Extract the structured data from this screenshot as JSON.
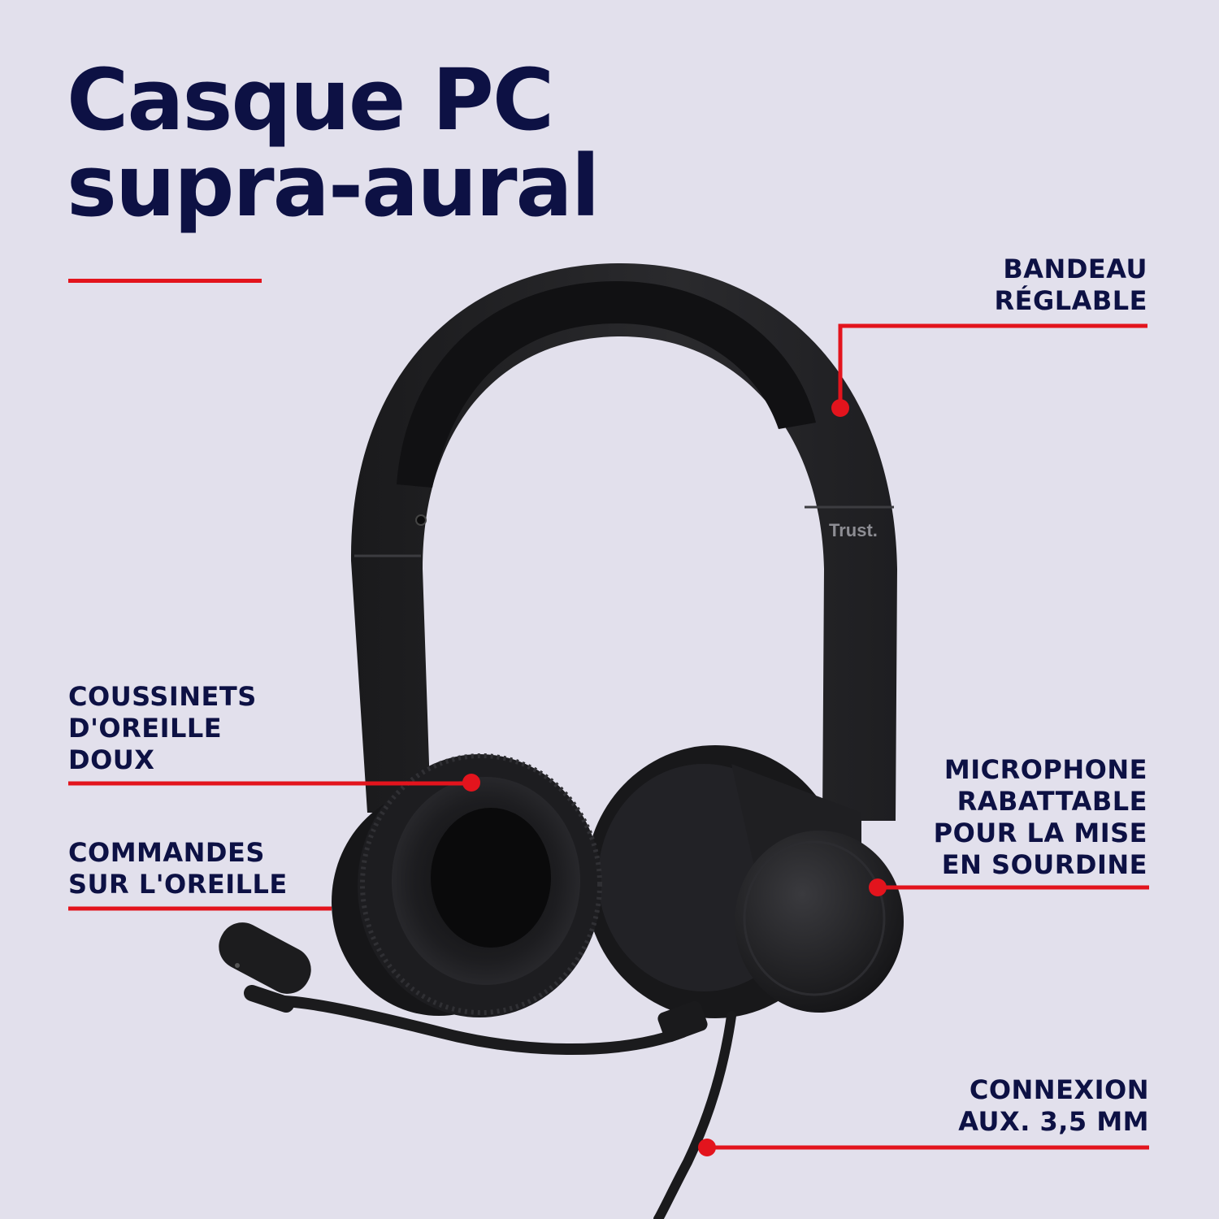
{
  "title": {
    "line1": "Casque PC",
    "line2": "supra-aural"
  },
  "callouts": {
    "headband": {
      "line1": "BANDEAU",
      "line2": "RÉGLABLE"
    },
    "cushions": {
      "line1": "COUSSINETS",
      "line2": "D'OREILLE",
      "line3": "DOUX"
    },
    "controls": {
      "line1": "COMMANDES",
      "line2": "SUR L'OREILLE"
    },
    "microphone": {
      "line1": "MICROPHONE",
      "line2": "RABATTABLE",
      "line3": "POUR LA MISE",
      "line4": "EN SOURDINE"
    },
    "connection": {
      "line1": "CONNEXION",
      "line2": "AUX. 3,5 MM"
    }
  },
  "product": {
    "brand": "Trust.",
    "image": "black-on-ear-headset-with-boom-microphone"
  },
  "colors": {
    "background": "#e2e0ec",
    "text": "#0d1144",
    "accent": "#e3141d",
    "product": "#1c1c1e"
  }
}
